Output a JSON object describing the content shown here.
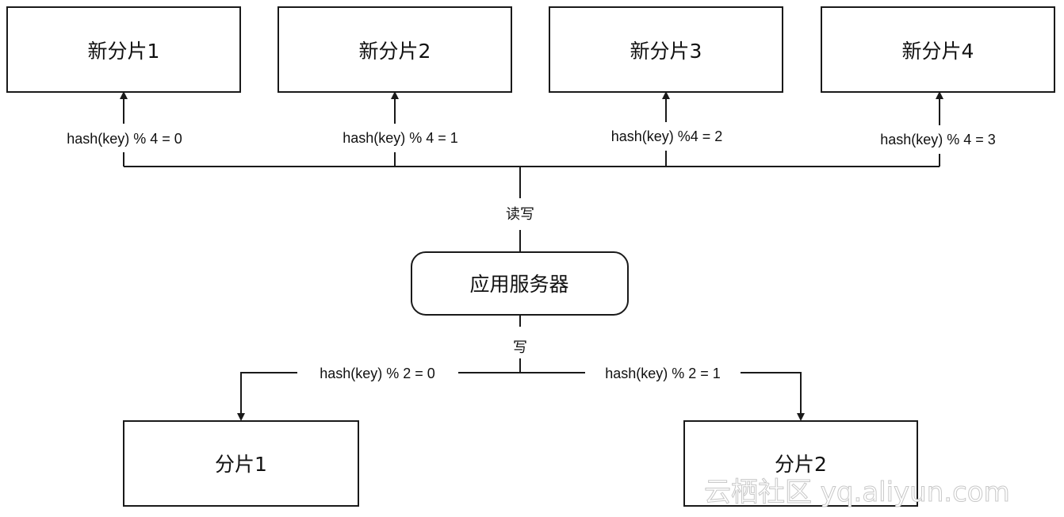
{
  "top_shards": [
    {
      "label": "新分片1",
      "edge_label": "hash(key) % 4 = 0"
    },
    {
      "label": "新分片2",
      "edge_label": "hash(key) % 4 = 1"
    },
    {
      "label": "新分片3",
      "edge_label": "hash(key) %4 = 2"
    },
    {
      "label": "新分片4",
      "edge_label": "hash(key) % 4 = 3"
    }
  ],
  "server": {
    "label": "应用服务器",
    "read_write_label": "读写",
    "write_label": "写"
  },
  "bottom_shards": [
    {
      "label": "分片1",
      "edge_label": "hash(key) % 2 = 0"
    },
    {
      "label": "分片2",
      "edge_label": "hash(key) % 2 = 1"
    }
  ],
  "watermark": "云栖社区 yq.aliyun.com",
  "colors": {
    "stroke": "#1a1a1a",
    "background": "#ffffff",
    "watermark": "#c8c8c8"
  }
}
